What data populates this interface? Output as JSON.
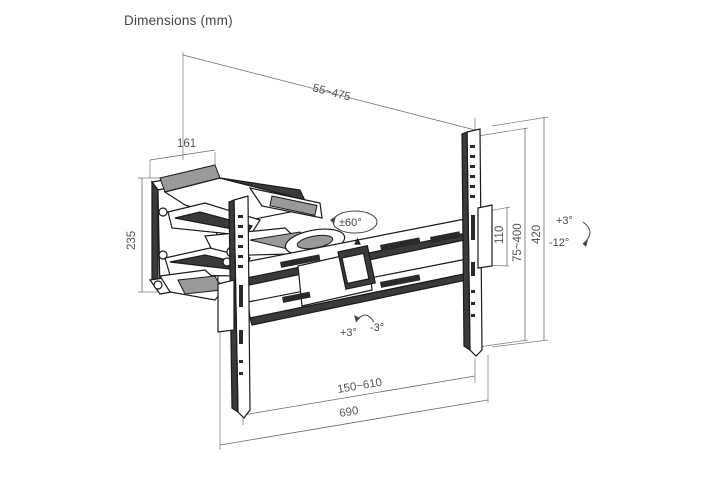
{
  "title": "Dimensions (mm)",
  "dimensions": {
    "arm_extension": "55~475",
    "wall_plate_width": "161",
    "wall_plate_height": "235",
    "vesa_vertical_small": "110",
    "vesa_vertical_range": "75~400",
    "tv_bracket_height": "420",
    "vesa_horizontal_range": "150~610",
    "tv_bracket_width": "690"
  },
  "rotation": {
    "swivel": "±60°",
    "tilt_up_side": "+3°",
    "tilt_down_side": "-12°",
    "level_plus": "+3°",
    "level_minus": "-3°"
  }
}
